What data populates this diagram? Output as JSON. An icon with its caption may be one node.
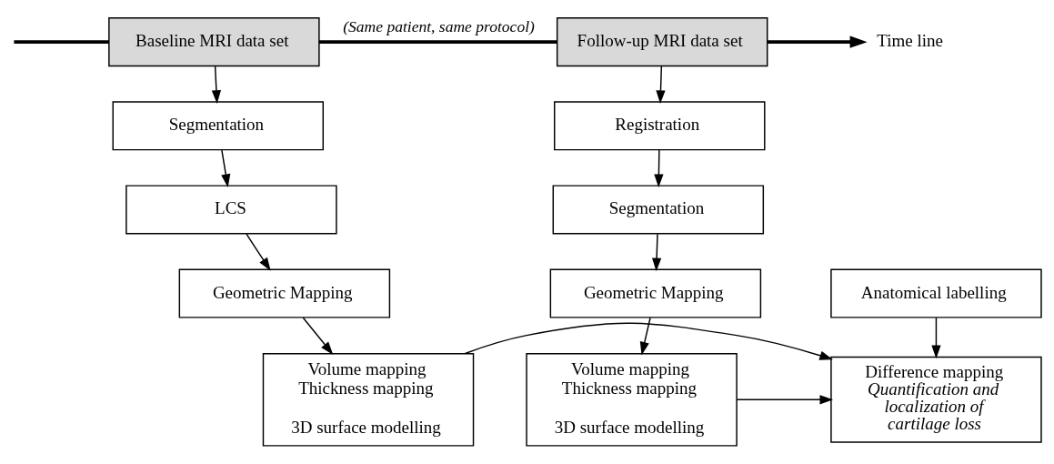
{
  "diagram": {
    "nodes": [
      {
        "text": [
          "Baseline MRI data set"
        ]
      },
      {
        "text": [
          "Follow-up MRI data set"
        ]
      },
      {
        "text": [
          "Time line"
        ]
      },
      {
        "text": [
          "Segmentation"
        ]
      },
      {
        "text": [
          "LCS"
        ]
      },
      {
        "text": [
          "Geometric Mapping"
        ]
      },
      {
        "text": [
          "Volume mapping",
          "Thickness mapping",
          "3D surface modelling"
        ]
      },
      {
        "text": [
          "Anatomical labelling"
        ]
      },
      {
        "text": [
          "Difference mapping",
          "Quantification and localization of cartilage loss"
        ]
      },
      {
        "text": [
          "Registration"
        ]
      },
      {
        "text": [
          "Segmentation"
        ]
      },
      {
        "text": [
          "Geometric Mapping"
        ]
      },
      {
        "text": [
          "Volume mapping",
          "Thickness mapping",
          "3D surface modelling"
        ]
      }
    ],
    "edges": [
      {
        "from": null,
        "to": 0,
        "arrow": "none",
        "style": "thick"
      },
      {
        "from": 0,
        "to": 1,
        "arrow": "none",
        "label": "(Same patient, same protocol)",
        "style": "thick"
      },
      {
        "from": 1,
        "to": 2,
        "arrow": "to",
        "style": "thick"
      },
      {
        "from": 0,
        "to": 3,
        "arrow": "to"
      },
      {
        "from": 3,
        "to": 4,
        "arrow": "to"
      },
      {
        "from": 4,
        "to": 5,
        "arrow": "to"
      },
      {
        "from": 5,
        "to": 6,
        "arrow": "to"
      },
      {
        "from": 1,
        "to": 9,
        "arrow": "to"
      },
      {
        "from": 9,
        "to": 10,
        "arrow": "to"
      },
      {
        "from": 10,
        "to": 11,
        "arrow": "to"
      },
      {
        "from": 11,
        "to": 12,
        "arrow": "to"
      },
      {
        "from": 7,
        "to": 8,
        "arrow": "to"
      },
      {
        "from": 6,
        "to": 8,
        "arrow": "to"
      },
      {
        "from": 12,
        "to": 8,
        "arrow": "to"
      }
    ]
  }
}
